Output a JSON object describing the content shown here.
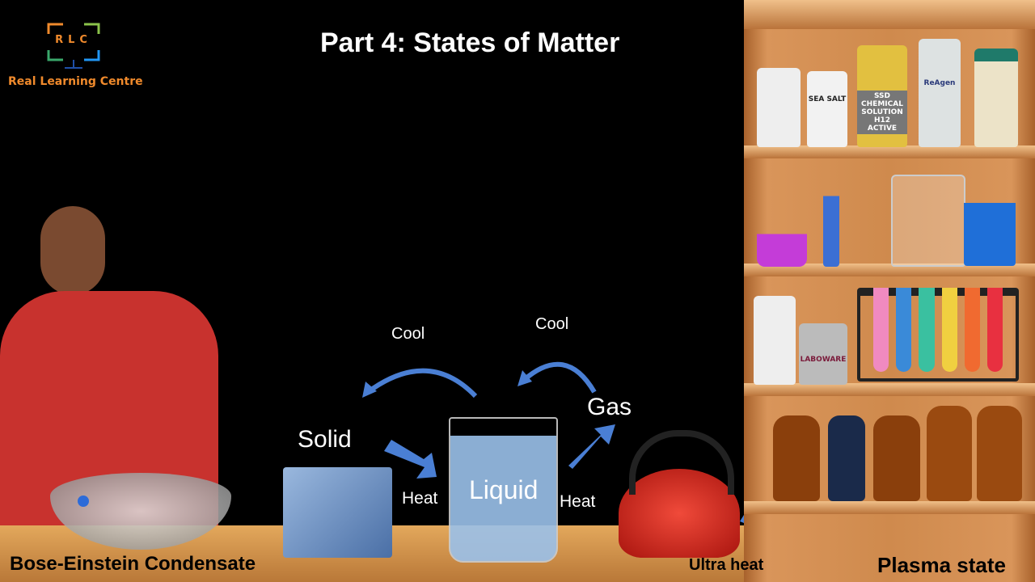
{
  "header": {
    "title": "Part 4: States of Matter"
  },
  "logo": {
    "initials": "RLC",
    "name": "Real Learning Centre"
  },
  "diagram": {
    "cool_left": "Cool",
    "cool_right": "Cool",
    "solid": "Solid",
    "liquid": "Liquid",
    "gas": "Gas",
    "heat_left": "Heat",
    "heat_right": "Heat",
    "ultra_heat": "Ultra heat",
    "plasma": "Plasma state",
    "bec": "Bose-Einstein Condensate",
    "arrow_color": "#4a7fd4"
  },
  "shelf": {
    "sea_salt": "SEA SALT",
    "ssd": "SSD CHEMICAL SOLUTION H12 ACTIVE",
    "reagen": "ReAgen",
    "laboware": "LABOWARE"
  }
}
